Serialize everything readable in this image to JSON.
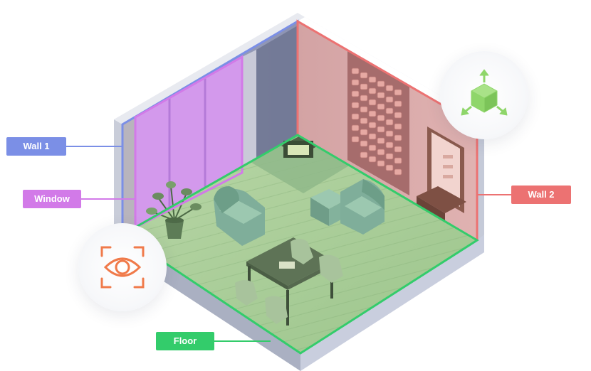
{
  "labels": {
    "wall1": "Wall 1",
    "window": "Window",
    "wall2": "Wall 2",
    "floor": "Floor"
  },
  "colors": {
    "wall1": "#7b8fe6",
    "window": "#d27ae8",
    "wall2": "#ec7272",
    "floor": "#33cc6b",
    "eye_icon": "#f07a4a",
    "ar_icon": "#8fd66a"
  },
  "icons": {
    "view": "eye-icon",
    "ar": "ar-box-icon"
  }
}
